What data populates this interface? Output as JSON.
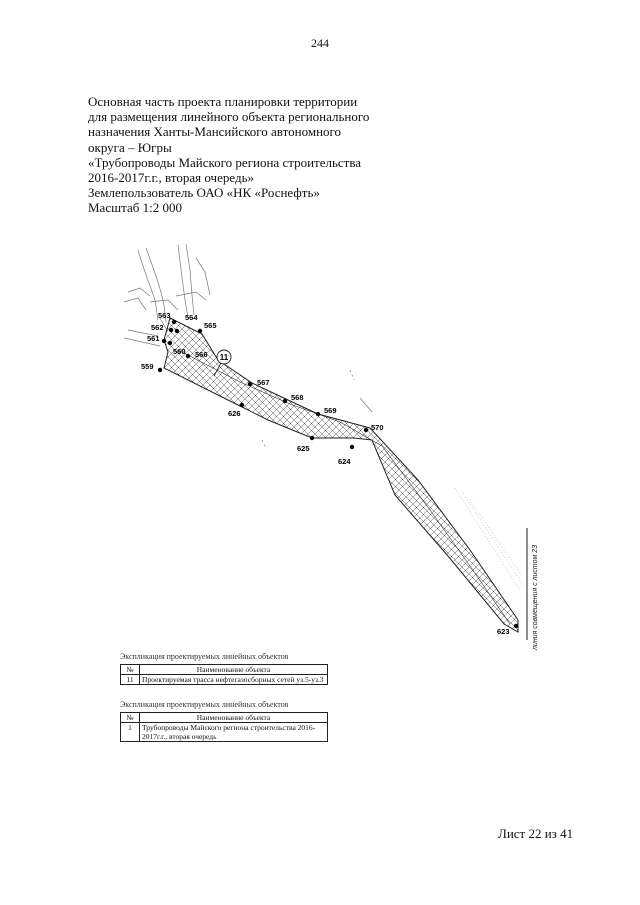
{
  "page_number": "244",
  "title_lines": [
    "Основная часть проекта планировки территории",
    "для размещения линейного объекта регионального",
    "назначения Ханты-Мансийского автономного",
    "округа – Югры",
    "«Трубопроводы Майского региона строительства",
    "2016-2017г.г., вторая очередь»",
    "Землепользователь ОАО «НК «Роснефть»",
    "Масштаб 1:2 000"
  ],
  "map": {
    "points": [
      "563",
      "564",
      "565",
      "562",
      "561",
      "560",
      "566",
      "559",
      "567",
      "626",
      "568",
      "569",
      "570",
      "625",
      "624",
      "623"
    ],
    "object_marker": "11",
    "edge_label": "линия совмещения с листом 23"
  },
  "explication_1": {
    "title": "Экспликация проектируемых линейных объектов",
    "headers": [
      "№",
      "Наименование объекта"
    ],
    "rows": [
      {
        "num": "11",
        "name": "Проектируемая трасса нефтегазосборных сетей уз.5-уз.3"
      }
    ]
  },
  "explication_2": {
    "title": "Экспликация проектируемых линейных объектов",
    "headers": [
      "№",
      "Наименование объекта"
    ],
    "rows": [
      {
        "num": "1",
        "name": "Трубопроводы Майского региона строительства 2016-2017г.г., вторая очередь"
      }
    ]
  },
  "sheet_label": "Лист 22 из 41"
}
